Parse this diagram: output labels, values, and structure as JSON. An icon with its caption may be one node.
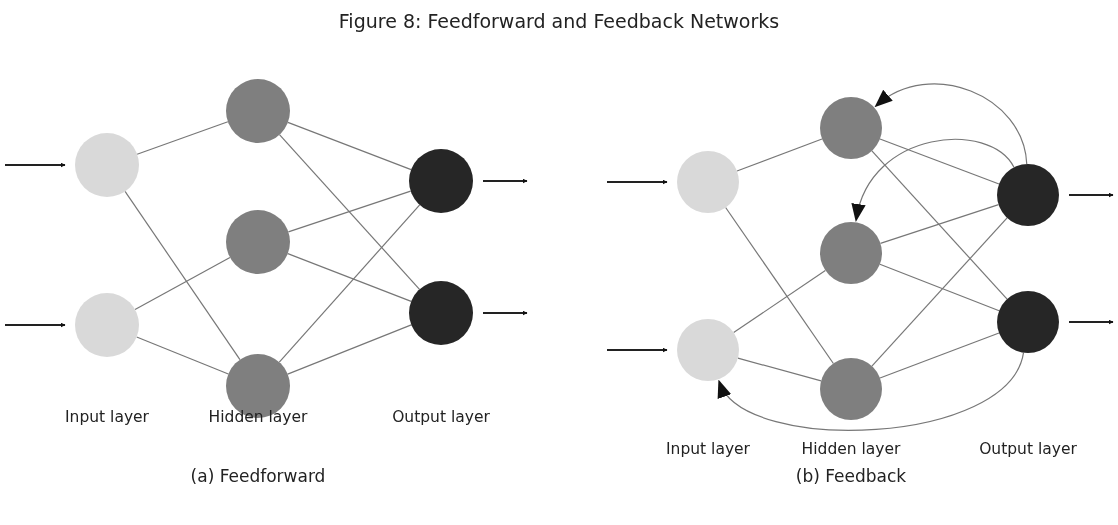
{
  "diagram": {
    "title": "Figure 8: Feedforward and Feedback Networks",
    "nodes": [
      {
        "text": [],
        "shape": "circle"
      },
      {
        "text": [],
        "shape": "circle"
      },
      {
        "text": [],
        "shape": "circle"
      },
      {
        "text": [],
        "shape": "circle"
      },
      {
        "text": [],
        "shape": "circle"
      },
      {
        "text": [],
        "shape": "circle"
      },
      {
        "text": [],
        "shape": "circle"
      },
      {
        "text": [],
        "shape": "circle"
      },
      {
        "text": [],
        "shape": "circle"
      },
      {
        "text": [],
        "shape": "circle"
      },
      {
        "text": [],
        "shape": "circle"
      },
      {
        "text": [],
        "shape": "circle"
      },
      {
        "text": [],
        "shape": "circle"
      },
      {
        "text": [],
        "shape": "circle"
      }
    ],
    "edges": [
      {
        "from": null,
        "to": 0,
        "arrow": "to"
      },
      {
        "from": null,
        "to": 1,
        "arrow": "to"
      },
      {
        "from": 0,
        "to": 2,
        "arrow": "none"
      },
      {
        "from": 0,
        "to": 4,
        "arrow": "none"
      },
      {
        "from": 1,
        "to": 3,
        "arrow": "none"
      },
      {
        "from": 1,
        "to": 4,
        "arrow": "none"
      },
      {
        "from": 2,
        "to": 5,
        "arrow": "none"
      },
      {
        "from": 2,
        "to": 6,
        "arrow": "none"
      },
      {
        "from": 3,
        "to": 5,
        "arrow": "none"
      },
      {
        "from": 3,
        "to": 6,
        "arrow": "none"
      },
      {
        "from": 4,
        "to": 5,
        "arrow": "none"
      },
      {
        "from": 4,
        "to": 6,
        "arrow": "none"
      },
      {
        "from": 5,
        "to": null,
        "arrow": "to"
      },
      {
        "from": 6,
        "to": null,
        "arrow": "to"
      },
      {
        "from": null,
        "to": 7,
        "arrow": "to"
      },
      {
        "from": null,
        "to": 8,
        "arrow": "to"
      },
      {
        "from": 7,
        "to": 9,
        "arrow": "none"
      },
      {
        "from": 7,
        "to": 11,
        "arrow": "none"
      },
      {
        "from": 8,
        "to": 10,
        "arrow": "none"
      },
      {
        "from": 8,
        "to": 11,
        "arrow": "none"
      },
      {
        "from": 9,
        "to": 12,
        "arrow": "none"
      },
      {
        "from": 9,
        "to": 13,
        "arrow": "none"
      },
      {
        "from": 10,
        "to": 12,
        "arrow": "none"
      },
      {
        "from": 10,
        "to": 13,
        "arrow": "none"
      },
      {
        "from": 11,
        "to": 12,
        "arrow": "none"
      },
      {
        "from": 11,
        "to": 13,
        "arrow": "none"
      },
      {
        "from": 12,
        "to": null,
        "arrow": "to"
      },
      {
        "from": 13,
        "to": null,
        "arrow": "to"
      },
      {
        "from": 12,
        "to": 9,
        "arrow": "to"
      },
      {
        "from": 12,
        "to": 10,
        "arrow": "to"
      },
      {
        "from": 13,
        "to": 8,
        "arrow": "to"
      }
    ],
    "labels": [
      "Input layer",
      "Hidden layer",
      "Output layer",
      "(a) Feedforward",
      "Input layer",
      "Hidden layer",
      "Output layer",
      "(b) Feedback"
    ]
  }
}
